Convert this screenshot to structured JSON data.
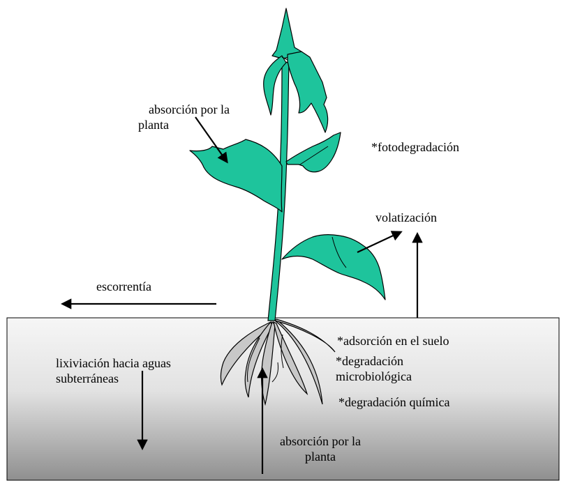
{
  "colors": {
    "leaf": "#1ec49c",
    "root": "#c8c8c8",
    "soil_top": "#f6f6f6",
    "soil_bottom": "#8f8f8f",
    "outline": "#000000"
  },
  "labels": {
    "absorption_leaf": [
      "absorción por la",
      "planta"
    ],
    "photodegradation": "*fotodegradación",
    "volatilization": "volatización",
    "runoff": "escorrentía",
    "leaching": [
      "lixiviación hacia aguas",
      "subterráneas"
    ],
    "soil_adsorption": "*adsorción en el suelo",
    "micro_degradation": [
      "*degradación",
      "microbiológica"
    ],
    "chemical_degradation": "*degradación química",
    "absorption_root": [
      "absorción por la",
      "planta"
    ]
  }
}
